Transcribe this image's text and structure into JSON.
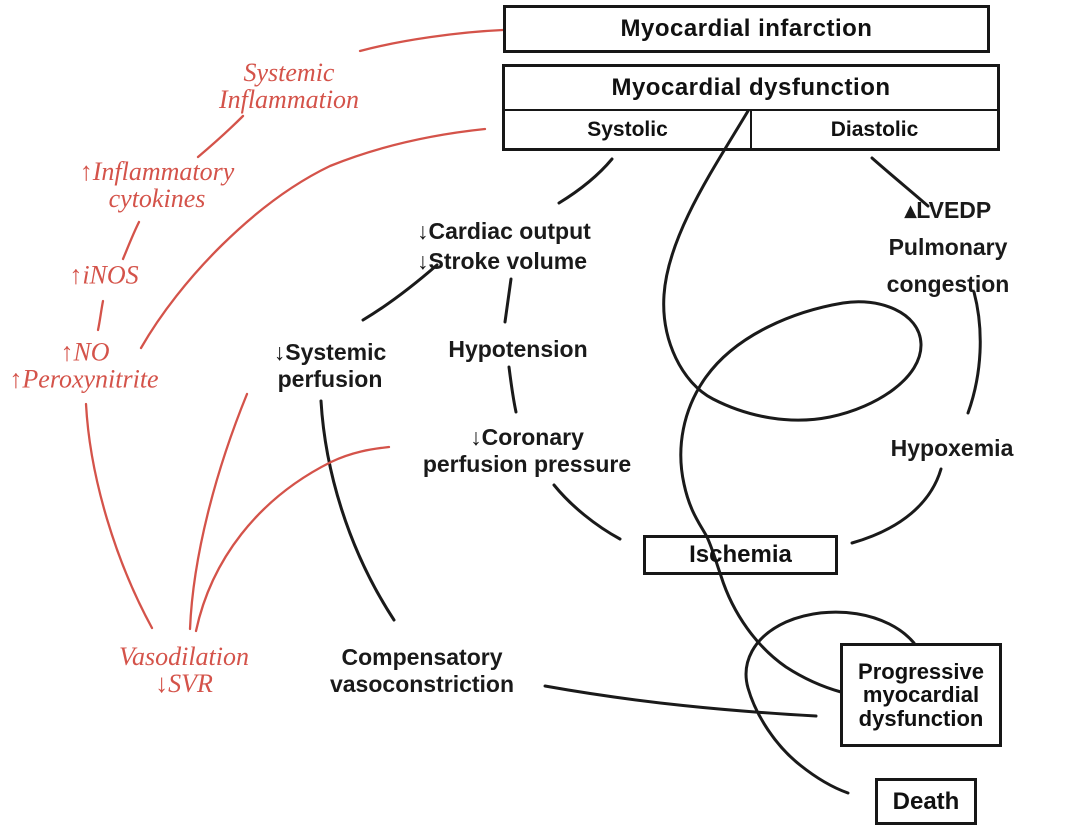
{
  "colors": {
    "accent_red": "#d4534a",
    "ink": "#1a1a1a",
    "background": "#ffffff"
  },
  "header_boxes": {
    "myocardial_infarction": "Myocardial infarction",
    "myocardial_dysfunction": "Myocardial dysfunction",
    "systolic": "Systolic",
    "diastolic": "Diastolic"
  },
  "outcome_boxes": {
    "ischemia": "Ischemia",
    "progressive_myocardial_dysfunction": "Progressive\nmyocardial\ndysfunction",
    "death": "Death"
  },
  "inflammatory_cascade": {
    "systemic_inflammation": "Systemic\nInflammation",
    "inflammatory_cytokines": "↑Inflammatory\ncytokines",
    "inos": "↑iNOS",
    "no": "↑NO",
    "peroxynitrite": "↑Peroxynitrite",
    "vasodilation_svr": "Vasodilation\n↓SVR"
  },
  "hemodynamic_nodes": {
    "cardiac_output_stroke_volume": "↓Cardiac output\n↓Stroke volume",
    "hypotension": "Hypotension",
    "systemic_perfusion": "↓Systemic\nperfusion",
    "coronary_perfusion_pressure": "↓Coronary\nperfusion pressure",
    "lvedp_pulmonary_congestion": "▴LVEDP\nPulmonary congestion",
    "hypoxemia": "Hypoxemia",
    "compensatory_vasoconstriction": "Compensatory\nvasoconstriction"
  },
  "edges": [
    {
      "from": "myocardial_infarction",
      "to": "systemic_inflammation",
      "color": "red"
    },
    {
      "from": "systemic_inflammation",
      "to": "inflammatory_cytokines",
      "color": "red"
    },
    {
      "from": "inflammatory_cytokines",
      "to": "inos",
      "color": "red"
    },
    {
      "from": "inos",
      "to": "no",
      "color": "red"
    },
    {
      "from": "no_peroxynitrite",
      "to": "systolic_dysfunction",
      "color": "red"
    },
    {
      "from": "peroxynitrite",
      "to": "vasodilation_svr",
      "color": "red"
    },
    {
      "from": "vasodilation_svr",
      "to": "systemic_perfusion",
      "color": "red"
    },
    {
      "from": "vasodilation_svr",
      "to": "coronary_perfusion_pressure",
      "color": "red"
    },
    {
      "from": "systolic_dysfunction",
      "to": "cardiac_output_stroke_volume",
      "color": "black"
    },
    {
      "from": "diastolic_dysfunction",
      "to": "lvedp_pulmonary_congestion",
      "color": "black"
    },
    {
      "from": "cardiac_output_stroke_volume",
      "to": "hypotension",
      "color": "black"
    },
    {
      "from": "cardiac_output_stroke_volume",
      "to": "systemic_perfusion",
      "color": "black"
    },
    {
      "from": "hypotension",
      "to": "coronary_perfusion_pressure",
      "color": "black"
    },
    {
      "from": "coronary_perfusion_pressure",
      "to": "ischemia",
      "color": "black"
    },
    {
      "from": "lvedp_pulmonary_congestion",
      "to": "hypoxemia",
      "color": "black"
    },
    {
      "from": "hypoxemia",
      "to": "ischemia",
      "color": "black"
    },
    {
      "from": "systemic_perfusion",
      "to": "compensatory_vasoconstriction",
      "color": "black"
    },
    {
      "from": "compensatory_vasoconstriction",
      "to": "progressive_myocardial_dysfunction",
      "color": "black"
    },
    {
      "from": "myocardial_dysfunction",
      "to": "progressive_myocardial_dysfunction",
      "via": "downward spiral passing through ischemia",
      "color": "black"
    },
    {
      "from": "progressive_myocardial_dysfunction",
      "to": "death",
      "via": "loop around box",
      "color": "black"
    }
  ]
}
